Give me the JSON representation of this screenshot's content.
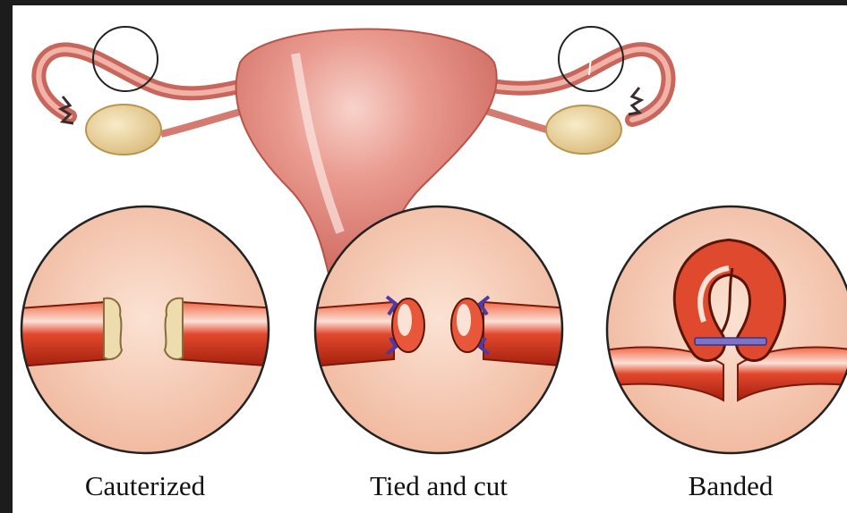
{
  "labels": {
    "cauterized": "Cauterized",
    "tied_and_cut": "Tied and cut",
    "banded": "Banded"
  },
  "colors": {
    "uterus": "#e58a80",
    "tube": "#d2331c",
    "circle_bg": "#f6c8b0",
    "ovary": "#ead7a4",
    "suture": "#4b3aa8",
    "band": "#7d74c7"
  }
}
